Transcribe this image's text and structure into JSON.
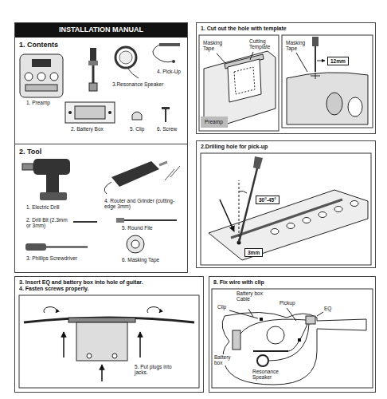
{
  "diagram": {
    "title": "INSTALLATION MANUAL",
    "nodes": [
      {
        "text": [
          "1. Contents"
        ]
      },
      {
        "text": [
          "2. Tool"
        ]
      },
      {
        "text": [
          "1. Cut out the hole with template"
        ]
      },
      {
        "text": [
          "12mm"
        ],
        "in": 2
      },
      {
        "text": [
          "2.Drilling hole for pick-up"
        ]
      },
      {
        "text": [
          "30°-45°"
        ],
        "in": 4
      },
      {
        "text": [
          "3mm"
        ],
        "in": 4
      },
      {
        "text": [
          "3. Insert EQ and battery box into hole of guitar.",
          "4. Fasten screws properly."
        ]
      },
      {
        "text": [
          "8. Fix wire with clip"
        ]
      }
    ],
    "labels": [
      "1. Preamp",
      "2. Battery Box",
      "3.Resonance Speaker",
      "4. Pick-Up",
      "5. Clip",
      "6. Screw",
      "1. Electric Drill",
      "2. Drill Bit (2.3mm or 3mm)",
      "3. Phillips Screwdriver",
      "4. Router and Grinder (cutting-edge 3mm)",
      "5. Round File",
      "6. Masking Tape",
      "Masking Tape",
      "Cutting Template",
      "Preamp",
      "Masking Tape",
      "5. Put plugs into jacks.",
      "Battery box Cable",
      "Pickup",
      "Clip",
      "EQ",
      "Battery box",
      "Resonance Speaker"
    ]
  }
}
